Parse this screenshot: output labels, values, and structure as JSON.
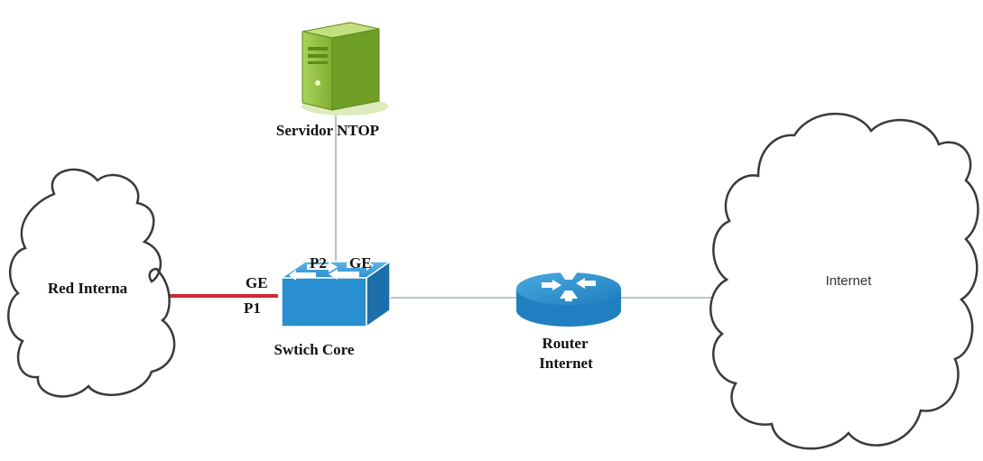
{
  "nodes": {
    "server": {
      "label": "Servidor NTOP",
      "icon": "server-tower-icon"
    },
    "switch": {
      "label": "Swtich Core",
      "icon": "switch-icon"
    },
    "router": {
      "label_line1": "Router",
      "label_line2": "Internet",
      "icon": "router-icon"
    },
    "lan_cloud": {
      "label": "Red Interna",
      "icon": "cloud-icon"
    },
    "internet_cloud": {
      "label": "Internet",
      "icon": "cloud-icon"
    }
  },
  "ports": {
    "p1": "P1",
    "p1_type": "GE",
    "p2": "P2",
    "p2_type": "GE"
  },
  "colors": {
    "switch": "#2a8fd0",
    "router": "#2a8fd0",
    "server": "#8fbe3c",
    "link_lan": "#cc2a36",
    "link": "#b7c4cc",
    "cloud_stroke": "#3a3a3a"
  }
}
